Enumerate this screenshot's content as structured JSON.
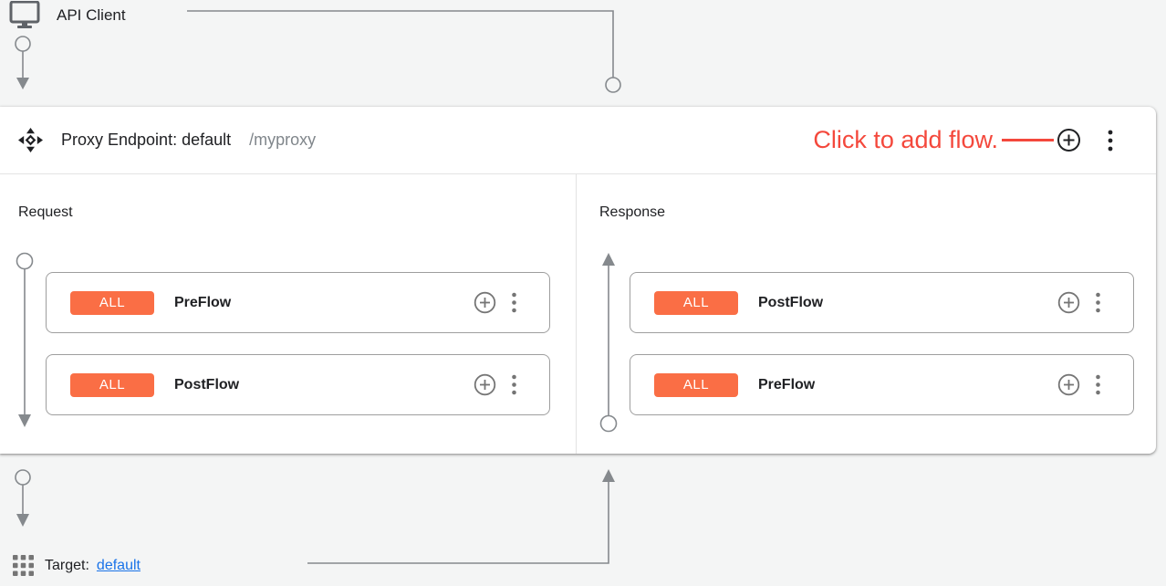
{
  "client": {
    "label": "API Client",
    "icon": "desktop-monitor-icon"
  },
  "endpoint": {
    "icon": "proxy-endpoint-icon",
    "title": "Proxy Endpoint: default",
    "path": "/myproxy",
    "annotation": "Click to add flow.",
    "add_button_icon": "add-circle-icon",
    "menu_button_icon": "kebab-menu-icon"
  },
  "request_panel": {
    "label": "Request",
    "flows": [
      {
        "badge": "ALL",
        "name": "PreFlow"
      },
      {
        "badge": "ALL",
        "name": "PostFlow"
      }
    ]
  },
  "response_panel": {
    "label": "Response",
    "flows": [
      {
        "badge": "ALL",
        "name": "PostFlow"
      },
      {
        "badge": "ALL",
        "name": "PreFlow"
      }
    ]
  },
  "target": {
    "label": "Target:",
    "link": "default",
    "icon": "grid-icon"
  },
  "colors": {
    "page_bg": "#f4f5f5",
    "badge_bg": "#fa6e45",
    "annotation_red": "#f4483c",
    "link_blue": "#1a73e8",
    "line_gray": "#85898d"
  }
}
